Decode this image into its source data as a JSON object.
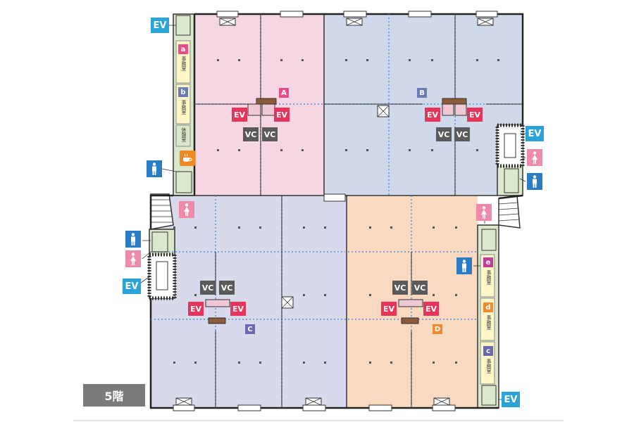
{
  "floor_label": "5階",
  "zones": {
    "a": "A",
    "b": "B",
    "c": "C",
    "d": "D"
  },
  "markers": {
    "ev": "EV",
    "vc": "VC"
  },
  "rooms": {
    "a": {
      "letter": "a",
      "name": "事務室"
    },
    "b": {
      "letter": "b",
      "name": "事務室"
    },
    "rest": {
      "name": "休憩室"
    },
    "e": {
      "letter": "e",
      "name": "事務室"
    },
    "d": {
      "letter": "d",
      "name": "事務室"
    },
    "c": {
      "letter": "c",
      "name": "事務室"
    }
  },
  "colors": {
    "zone_a": "#f5d5e3",
    "zone_b": "#cfd9ea",
    "zone_c": "#d8d8ec",
    "zone_d": "#f9d9bd",
    "core": "#dce8cc",
    "ev_red": "#e8345a",
    "ev_blue": "#2aa3d9",
    "vc": "#5a5a5a"
  }
}
